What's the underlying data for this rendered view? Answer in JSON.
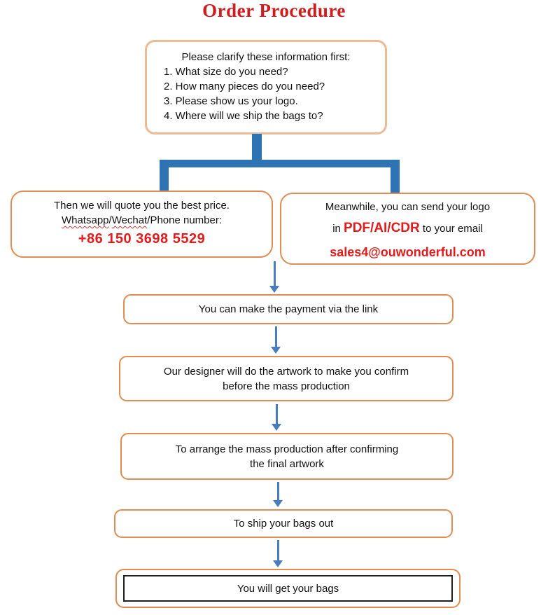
{
  "title": "Order Procedure",
  "colors": {
    "title_red": "#CE1D1D",
    "content_red": "#E21C1C",
    "connector_blue": "#2E74B5",
    "arrow_blue": "#4A7DBD",
    "clarify_border": "#ECBB93",
    "box_border": "#E08C52",
    "final_inner_border": "#1F1F1F",
    "text_black": "#111111"
  },
  "clarify_box": {
    "heading": "Please clarify these information first:",
    "items": [
      "1. What size do you need?",
      "2. How many pieces do you need?",
      "3. Please show us your logo.",
      "4. Where will we ship the bags to?"
    ]
  },
  "quote_box": {
    "line1": "Then we will quote you the best price.",
    "whatsapp": "Whatsapp",
    "slash1": "/",
    "wechat": "Wechat",
    "line2_rest": "/Phone number:",
    "phone": "+86 150 3698 5529"
  },
  "logo_box": {
    "line1": "Meanwhile, you can send your logo",
    "line2_prefix": "in ",
    "formats": "PDF/AI/CDR",
    "line2_suffix": " to your email",
    "email": "sales4@ouwonderful.com"
  },
  "steps": [
    {
      "line1": "You can make the payment via the link",
      "line2": ""
    },
    {
      "line1": "Our designer will do the artwork to make you confirm",
      "line2": "before the mass production"
    },
    {
      "line1": "To arrange the mass production after confirming",
      "line2": "the final artwork"
    },
    {
      "line1": "To ship your bags out",
      "line2": ""
    },
    {
      "line1": "You will get your bags",
      "line2": ""
    }
  ]
}
